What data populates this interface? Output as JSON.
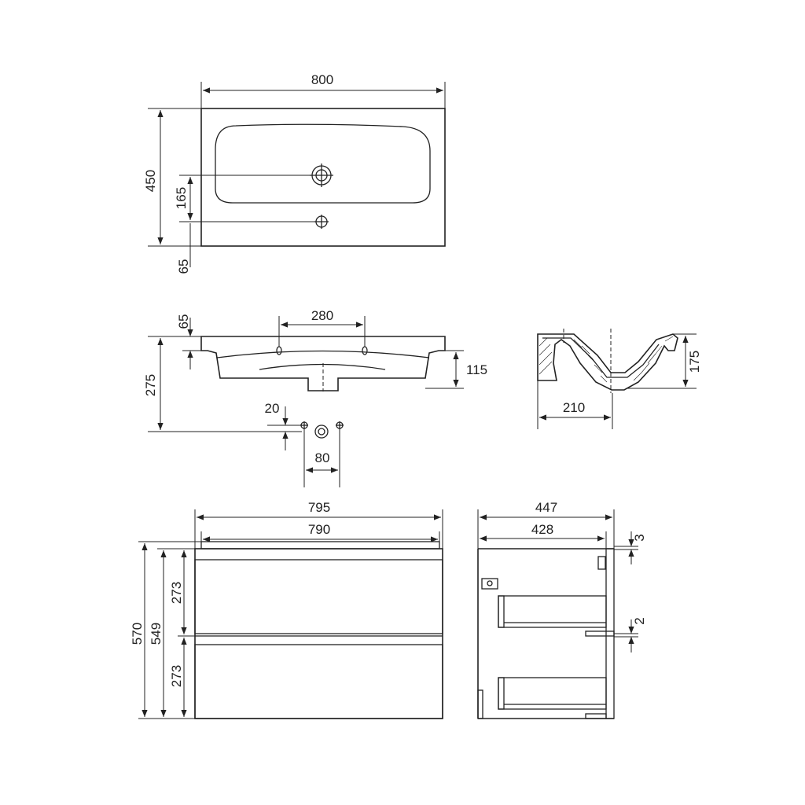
{
  "colors": {
    "line": "#222222",
    "background": "#ffffff"
  },
  "views": {
    "top": {
      "width": "800",
      "depth": "450",
      "tap_offset": "165",
      "edge_offset": "65"
    },
    "front": {
      "edge_offset": "65",
      "hole_spacing": "280",
      "height": "275",
      "basin_depth": "115",
      "small_offset": "20",
      "tap_spacing": "80"
    },
    "section": {
      "height": "175",
      "drain_offset": "210"
    },
    "cabinet_front": {
      "outer_width": "795",
      "inner_width": "790",
      "total_height": "570",
      "body_height": "549",
      "drawer_upper": "273",
      "drawer_lower": "273"
    },
    "cabinet_side": {
      "outer_depth": "447",
      "inner_depth": "428",
      "top_gap": "3",
      "drawer_gap": "2"
    }
  }
}
